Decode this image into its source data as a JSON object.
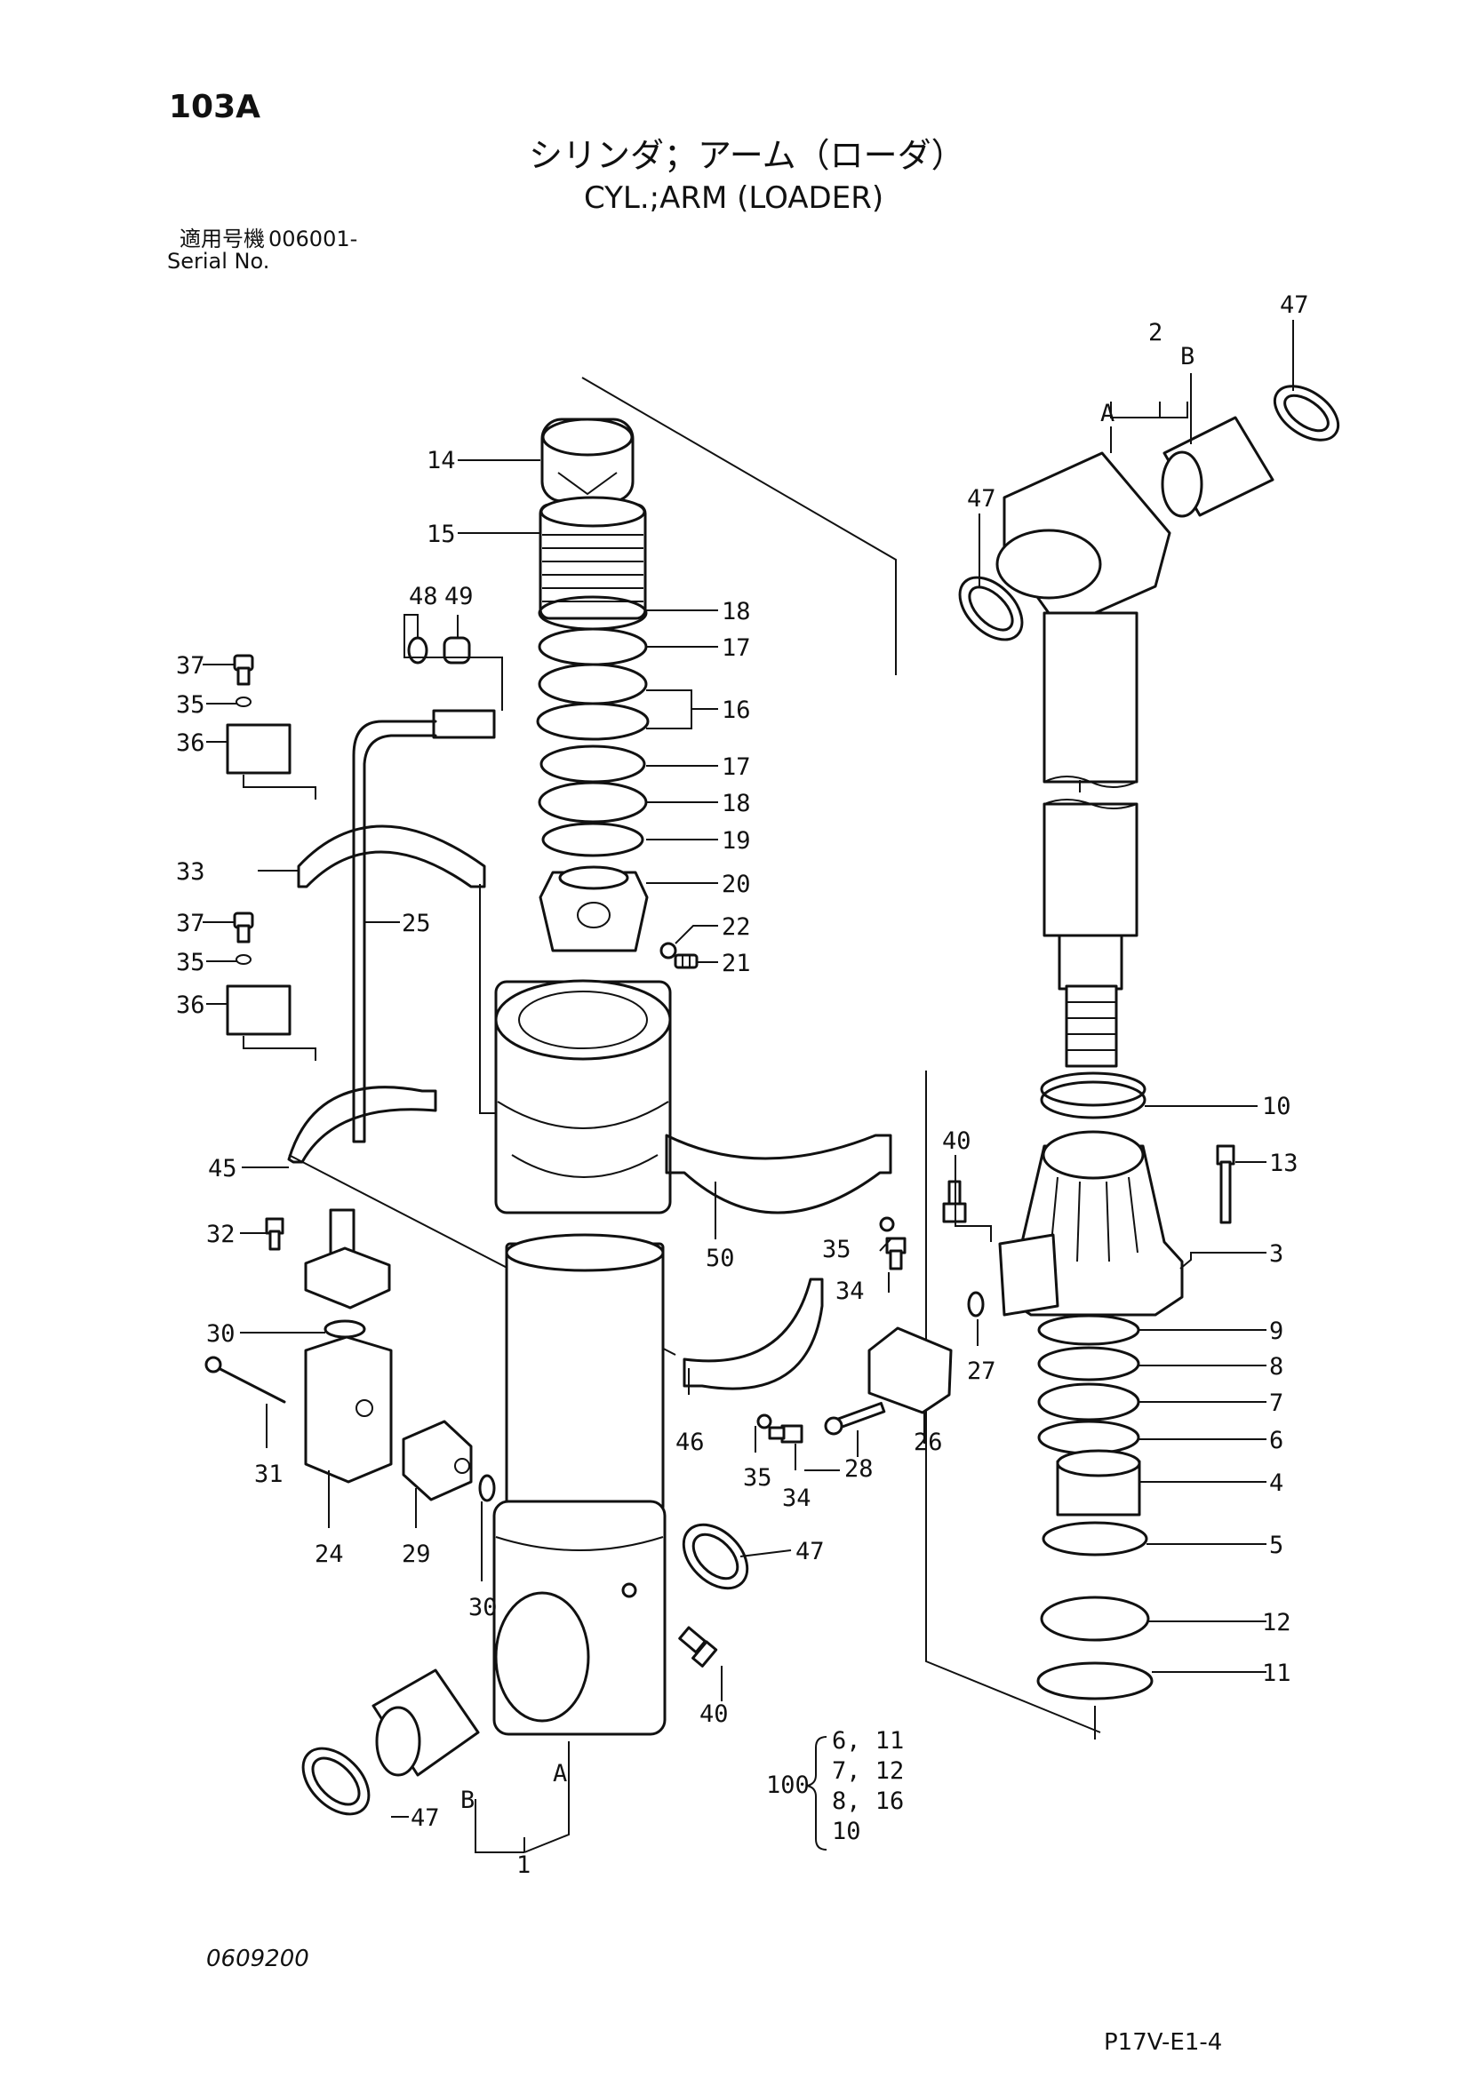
{
  "header": {
    "page_code": "103A",
    "title_jp": "シリンダ；アーム（ローダ）",
    "title_en": "CYL.;ARM (LOADER)",
    "serial_label_jp": "適用号機",
    "serial_value": "006001-",
    "serial_label_en": "Serial No."
  },
  "callouts": {
    "c1": "1",
    "c2": "2",
    "c3": "3",
    "c4": "4",
    "c5": "5",
    "c6": "6",
    "c7": "7",
    "c8": "8",
    "c9": "9",
    "c10": "10",
    "c11": "11",
    "c12": "12",
    "c13": "13",
    "c14": "14",
    "c15": "15",
    "c16": "16",
    "c17": "17",
    "c18": "18",
    "c19": "19",
    "c20": "20",
    "c21": "21",
    "c22": "22",
    "c24": "24",
    "c25": "25",
    "c26": "26",
    "c27": "27",
    "c28": "28",
    "c29": "29",
    "c30": "30",
    "c31": "31",
    "c32": "32",
    "c33": "33",
    "c34": "34",
    "c35": "35",
    "c36": "36",
    "c37": "37",
    "c40": "40",
    "c45": "45",
    "c46": "46",
    "c47": "47",
    "c48": "48",
    "c49": "49",
    "c50": "50",
    "subA": "A",
    "subB": "B"
  },
  "kit": {
    "number": "100",
    "rows": [
      "6, 11",
      "7, 12",
      "8, 16",
      "10"
    ]
  },
  "footer": {
    "drawing_number": "0609200",
    "page_ref": "P17V-E1-4"
  }
}
